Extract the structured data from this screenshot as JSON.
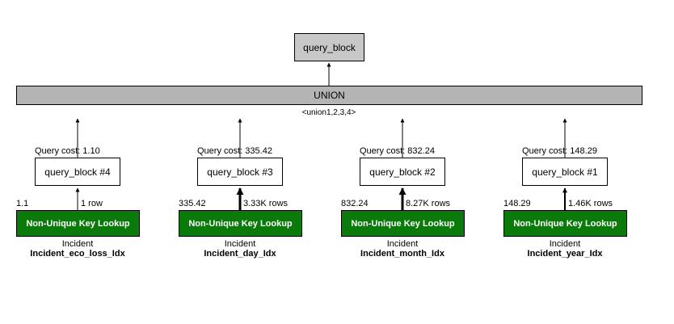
{
  "top_block": {
    "label": "query_block"
  },
  "union": {
    "label": "UNION",
    "caption": "<union1,2,3,4>"
  },
  "branches": [
    {
      "cost_label": "Query cost: 1.10",
      "block_label": "query_block #4",
      "left_value": "1.1",
      "rows_label": "1 row",
      "operation": "Non-Unique Key Lookup",
      "table": "Incident",
      "index": "Incident_eco_loss_Idx"
    },
    {
      "cost_label": "Query cost: 335.42",
      "block_label": "query_block #3",
      "left_value": "335.42",
      "rows_label": "3.33K rows",
      "operation": "Non-Unique Key Lookup",
      "table": "Incident",
      "index": "Incident_day_Idx"
    },
    {
      "cost_label": "Query cost: 832.24",
      "block_label": "query_block #2",
      "left_value": "832.24",
      "rows_label": "8.27K rows",
      "operation": "Non-Unique Key Lookup",
      "table": "Incident",
      "index": "Incident_month_Idx"
    },
    {
      "cost_label": "Query cost: 148.29",
      "block_label": "query_block #1",
      "left_value": "148.29",
      "rows_label": "1.46K rows",
      "operation": "Non-Unique Key Lookup",
      "table": "Incident",
      "index": "Incident_year_Idx"
    }
  ],
  "colors": {
    "operation_fill": "#0a7a0a",
    "union_fill": "#b4b4b4",
    "top_block_fill": "#c8c8c8"
  }
}
